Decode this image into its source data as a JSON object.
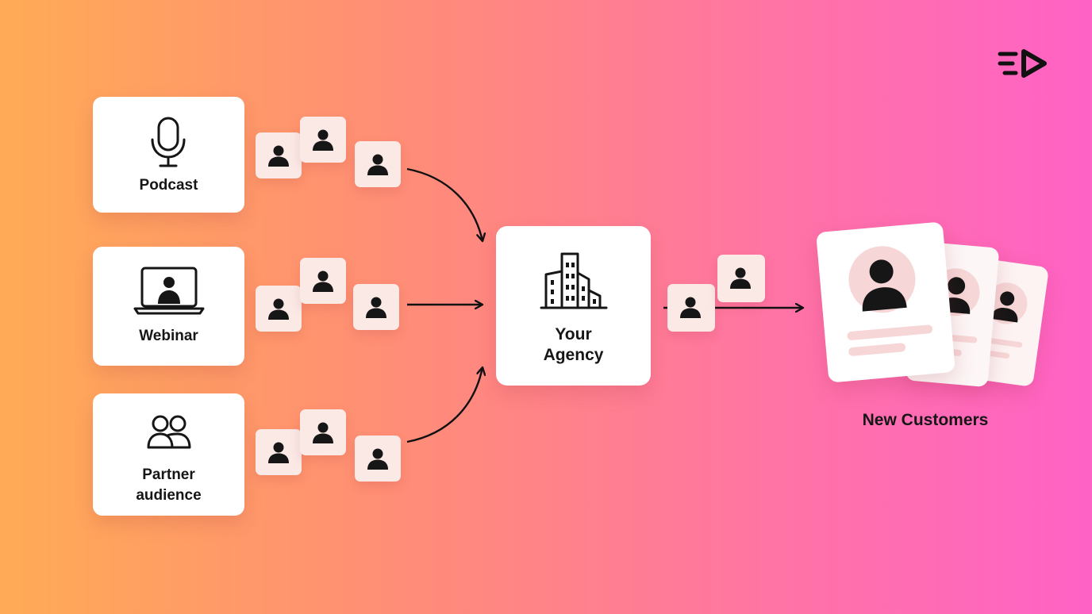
{
  "sources": [
    {
      "label": "Podcast",
      "icon": "microphone-icon"
    },
    {
      "label": "Webinar",
      "icon": "laptop-user-icon"
    },
    {
      "label": "Partner audience",
      "icon": "group-users-icon"
    }
  ],
  "agency": {
    "label_line1": "Your",
    "label_line2": "Agency",
    "icon": "office-building-icon"
  },
  "customers": {
    "label": "New Customers",
    "icon": "customer-profile-icon"
  },
  "lead_icon": "person-icon",
  "brand_icon": "brand-logo-icon",
  "colors": {
    "gradient_start": "#ffab55",
    "gradient_end": "#ff62c6",
    "card": "#ffffff",
    "tile": "#fbe9e6",
    "ink": "#161616",
    "profile_accent": "#f6d6d6"
  }
}
